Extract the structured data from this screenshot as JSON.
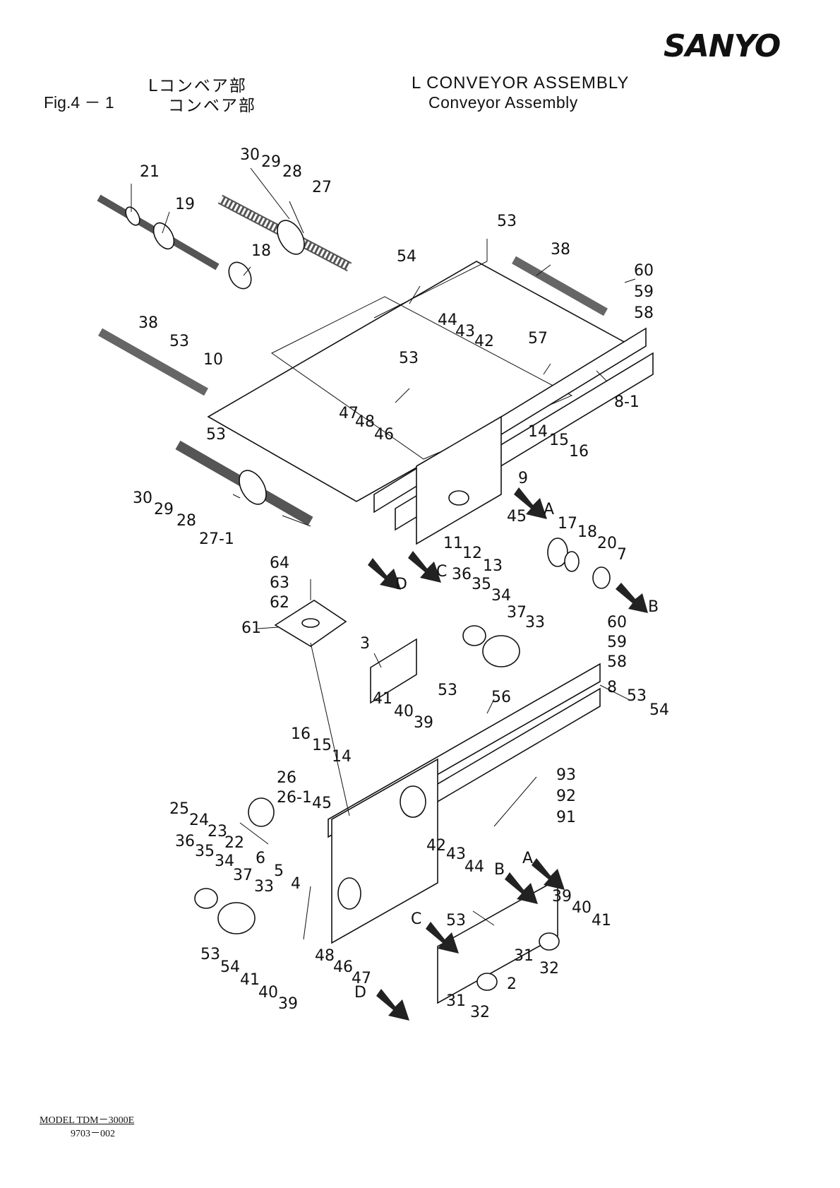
{
  "header": {
    "brand": "SANYO",
    "figure": "Fig.4 － 1",
    "title_jp_1": "Lコンベア部",
    "title_jp_2": "コンベア部",
    "title_en_1": "L CONVEYOR ASSEMBLY",
    "title_en_2": "Conveyor  Assembly"
  },
  "footer": {
    "model": "MODEL  TDM－3000E",
    "doc_no": "9703－002"
  },
  "callouts": {
    "c30a": "30",
    "c29a": "29",
    "c28a": "28",
    "c27": "27",
    "c21": "21",
    "c19": "19",
    "c18a": "18",
    "c53a": "53",
    "c38a": "38",
    "c54a": "54",
    "c60a": "60",
    "c59a": "59",
    "c58a": "58",
    "c38b": "38",
    "c53b": "53",
    "c10": "10",
    "c44a": "44",
    "c43a": "43",
    "c42a": "42",
    "c53c": "53",
    "c57": "57",
    "c8_1": "8-1",
    "c47a": "47",
    "c48a": "48",
    "c46a": "46",
    "c53d": "53",
    "c14a": "14",
    "c15a": "15",
    "c16a": "16",
    "c9": "9",
    "c30b": "30",
    "c29b": "29",
    "c28b": "28",
    "c27_1": "27-1",
    "c45a": "45",
    "cA1": "A",
    "c17": "17",
    "c18b": "18",
    "c20": "20",
    "c7": "7",
    "c11": "11",
    "c12": "12",
    "c13": "13",
    "cC1": "C",
    "cD1": "D",
    "cB1": "B",
    "c64": "64",
    "c63": "63",
    "c62": "62",
    "c61": "61",
    "c36a": "36",
    "c35a": "35",
    "c34a": "34",
    "c37a": "37",
    "c33a": "33",
    "c60b": "60",
    "c59b": "59",
    "c58b": "58",
    "c3": "3",
    "c53e": "53",
    "c8": "8",
    "c53f": "53",
    "c54b": "54",
    "c56": "56",
    "c41a": "41",
    "c40a": "40",
    "c39a": "39",
    "c16b": "16",
    "c15b": "15",
    "c14b": "14",
    "c26": "26",
    "c26_1": "26-1",
    "c45b": "45",
    "c93": "93",
    "c92": "92",
    "c91": "91",
    "c25": "25",
    "c24": "24",
    "c23": "23",
    "c22": "22",
    "c36b": "36",
    "c35b": "35",
    "c34b": "34",
    "c6": "6",
    "c5": "5",
    "c4": "4",
    "c42b": "42",
    "c43b": "43",
    "c44b": "44",
    "cB2": "B",
    "cA2": "A",
    "c37b": "37",
    "c33b": "33",
    "c39b": "39",
    "c40b": "40",
    "c41b": "41",
    "cC2": "C",
    "c53g": "53",
    "c31a": "31",
    "c32a": "32",
    "c53h": "53",
    "c54c": "54",
    "c41c": "41",
    "c40c": "40",
    "c39c": "39",
    "c48b": "48",
    "c46b": "46",
    "c47b": "47",
    "cD2": "D",
    "c31b": "31",
    "c32b": "32",
    "c2": "2"
  }
}
